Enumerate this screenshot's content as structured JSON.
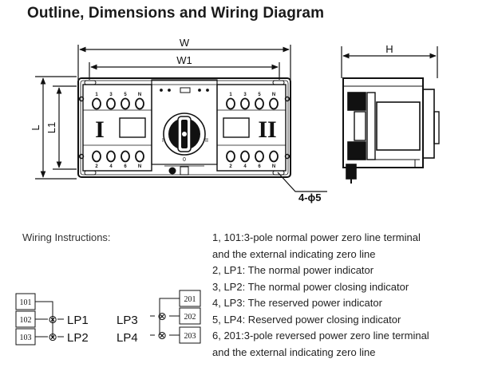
{
  "title": "Outline, Dimensions and Wiring Diagram",
  "dimensions": {
    "w": "W",
    "w1": "W1",
    "h": "H",
    "l": "L",
    "l1": "L1",
    "holes": "4-ϕ5"
  },
  "front_view": {
    "terminal_numbers_top": [
      "1",
      "3",
      "5",
      "N"
    ],
    "terminal_numbers_bottom": [
      "2",
      "4",
      "6",
      "N"
    ],
    "side_one_mark": "I",
    "side_two_mark": "II",
    "handle_mark_left": "I",
    "handle_mark_right": "II",
    "handle_mark_bottom": "0"
  },
  "wiring": {
    "heading": "Wiring Instructions:",
    "left_terminals": [
      "101",
      "102",
      "103"
    ],
    "right_terminals": [
      "201",
      "202",
      "203"
    ],
    "lamps": [
      "LP1",
      "LP2",
      "LP3",
      "LP4"
    ],
    "lamp_symbol": "⊗"
  },
  "instructions": [
    "1, 101:3-pole normal power zero line terminal",
    "and the external indicating zero line",
    "2, LP1: The normal power indicator",
    "3, LP2: The normal power closing indicator",
    "4, LP3: The reserved power indicator",
    "5, LP4:  Reserved power closing indicator",
    "6, 201:3-pole reversed power zero line terminal",
    "and the external indicating zero line"
  ]
}
